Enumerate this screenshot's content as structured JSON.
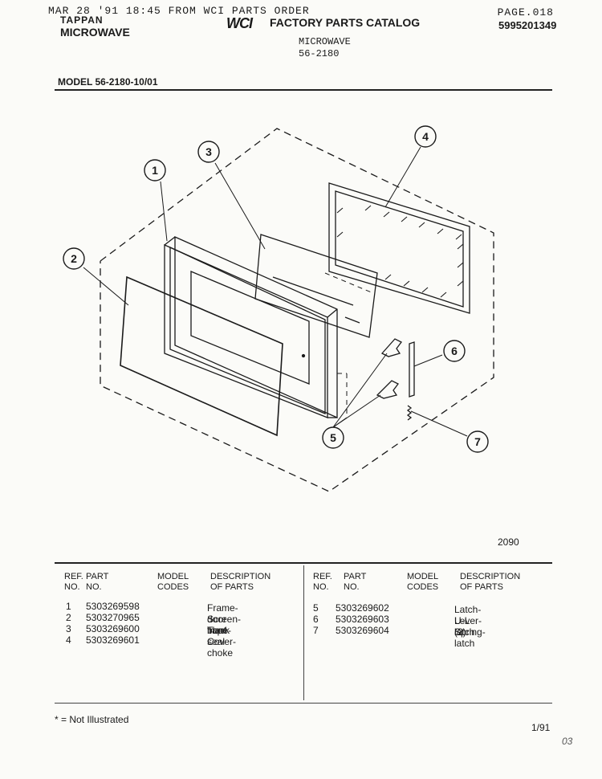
{
  "fax": {
    "line": "MAR 28 '91 18:45   FROM WCI PARTS ORDER",
    "page": "PAGE.018"
  },
  "header": {
    "brand": "TAPPAN",
    "category": "MICROWAVE",
    "logo": "WCI",
    "catalog_title": "FACTORY PARTS CATALOG",
    "catalog_number": "5995201349",
    "subtitle_line1": "MICROWAVE",
    "subtitle_line2": "56-2180",
    "model": "MODEL 56-2180-10/01"
  },
  "diagram": {
    "code": "2090",
    "callouts": [
      "1",
      "2",
      "3",
      "4",
      "5",
      "6",
      "7"
    ]
  },
  "table": {
    "headers": [
      "REF. NO.",
      "PART NO.",
      "MODEL CODES",
      "DESCRIPTION OF PARTS"
    ],
    "left_rows": [
      {
        "ref": "1",
        "part": "5303269598",
        "codes": "",
        "desc": "Frame-door black"
      },
      {
        "ref": "2",
        "part": "5303270965",
        "codes": "",
        "desc": "Screen-front"
      },
      {
        "ref": "3",
        "part": "5303269600",
        "codes": "",
        "desc": "Tape-seal"
      },
      {
        "ref": "4",
        "part": "5303269601",
        "codes": "",
        "desc": "Cover-choke"
      }
    ],
    "right_rows": [
      {
        "ref": "5",
        "part": "5303269602",
        "codes": "",
        "desc": "Latch-U-L (2)"
      },
      {
        "ref": "6",
        "part": "5303269603",
        "codes": "",
        "desc": "Lever-latch"
      },
      {
        "ref": "7",
        "part": "5303269604",
        "codes": "",
        "desc": "Spring-latch"
      }
    ]
  },
  "footer": {
    "footnote": "* = Not Illustrated",
    "revision": "1/91",
    "margin_mark": "03"
  }
}
